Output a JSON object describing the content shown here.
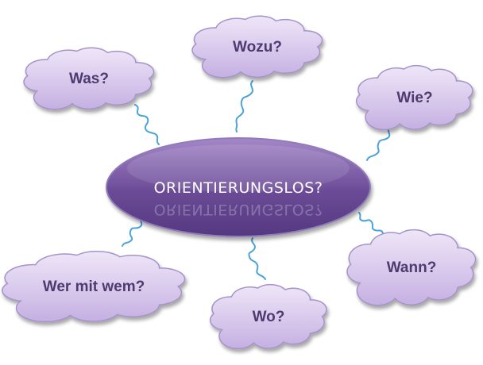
{
  "diagram": {
    "center": {
      "label": "ORIENTIERUNGSLOS?"
    },
    "clouds": [
      {
        "id": "was",
        "label": "Was?"
      },
      {
        "id": "wozu",
        "label": "Wozu?"
      },
      {
        "id": "wie",
        "label": "Wie?"
      },
      {
        "id": "wann",
        "label": "Wann?"
      },
      {
        "id": "wo",
        "label": "Wo?"
      },
      {
        "id": "wer-mit-wem",
        "label": "Wer mit wem?"
      }
    ]
  },
  "colors": {
    "cloud_fill_light": "#ece2f7",
    "cloud_fill_dark": "#c7b3e3",
    "cloud_stroke": "#a593c9",
    "connector": "#4aa3d9",
    "center_light": "#9a7cc0",
    "center_dark": "#5b3d86",
    "center_stroke": "#8f7bb8",
    "cloud_text": "#4e3a6e"
  }
}
